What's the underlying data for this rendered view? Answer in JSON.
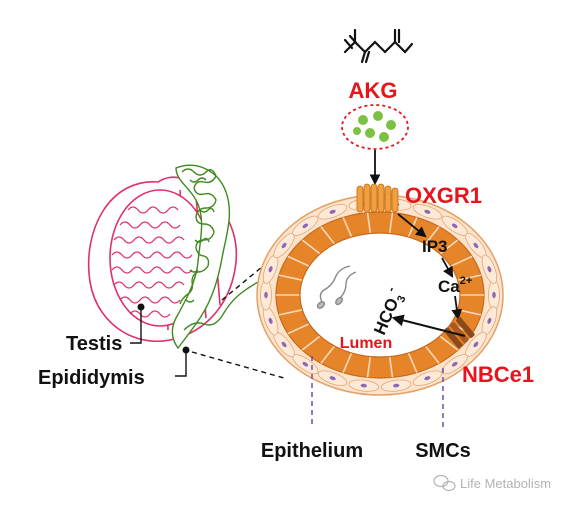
{
  "labels": {
    "akg": "AKG",
    "oxgr1": "OXGR1",
    "ip3": "IP3",
    "ca": "Ca",
    "ca_sup": "2+",
    "hco3": "HCO",
    "hco3_sub": "3",
    "hco3_sup": "-",
    "lumen": "Lumen",
    "nbce1": "NBCe1",
    "testis": "Testis",
    "epididymis": "Epididymis",
    "epithelium": "Epithelium",
    "smcs": "SMCs"
  },
  "watermark": {
    "text": "Life Metabolism"
  },
  "colors": {
    "red_label": "#e8141c",
    "black_label": "#111111",
    "testis_pink": "#e0306a",
    "epididymis_green": "#3f8a1f",
    "epithelium_orange": "#e6842a",
    "outer_ring": "#fbe3cc",
    "nucleus": "#8a6ab8",
    "akg_green": "#7cc242",
    "dashed_purple": "#6a3fa8"
  }
}
